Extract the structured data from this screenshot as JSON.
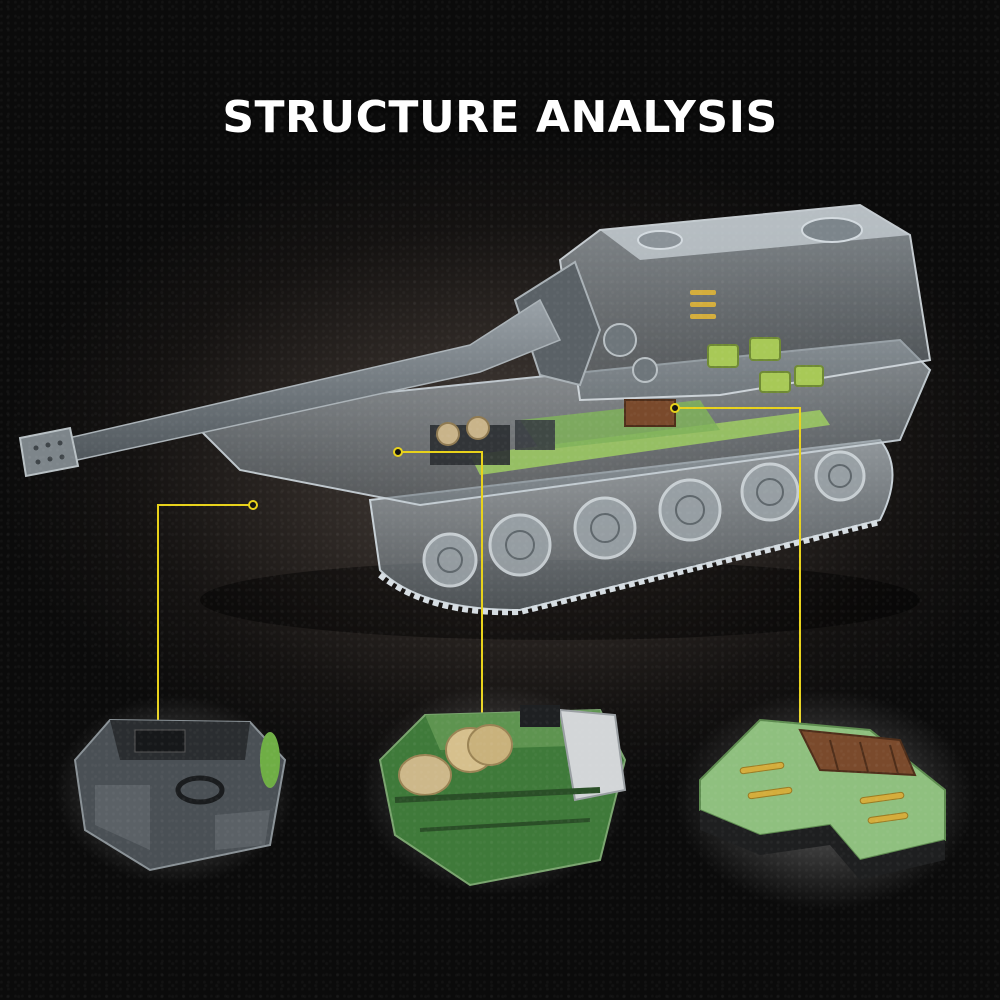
{
  "title": "STRUCTURE ANALYSIS",
  "colors": {
    "accent_line": "#e8d21a",
    "hull_glass": "#9aa4ab",
    "hull_edge": "#c7d0d6",
    "gun": "#6e767c",
    "track": "#8f979c",
    "dark_brick": "#3c4146",
    "green_brick": "#3f7a3a",
    "light_green_brick": "#8fc07f",
    "tan": "#c9b48a",
    "brass": "#c9a23a",
    "brown": "#7a4a2c"
  },
  "icons": [
    "tank-model",
    "driver-module",
    "engine-module",
    "ammo-rack-module",
    "callout-line"
  ]
}
